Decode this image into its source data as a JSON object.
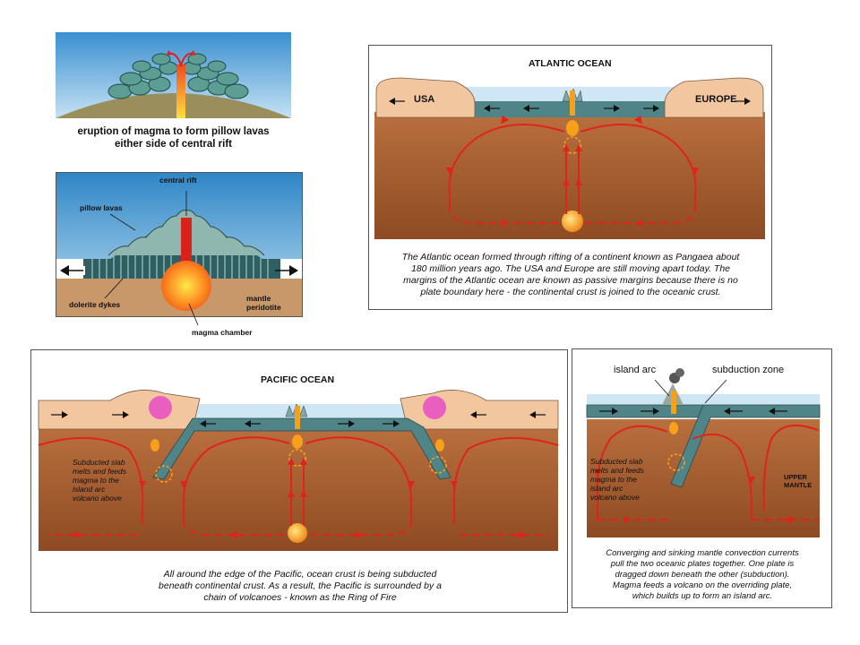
{
  "pillow_eruption": {
    "caption_line1": "eruption of magma to form pillow lavas",
    "caption_line2": "either side of central rift"
  },
  "ridge_section": {
    "label_central_rift": "central rift",
    "label_pillow_lavas": "pillow lavas",
    "label_dolerite_dykes": "dolerite dykes",
    "label_mantle_line1": "mantle",
    "label_mantle_line2": "peridotite",
    "label_magma_chamber": "magma chamber"
  },
  "atlantic": {
    "title": "ATLANTIC OCEAN",
    "label_usa": "USA",
    "label_europe": "EUROPE",
    "caption_lines": [
      "The Atlantic ocean formed through rifting of a continent known as Pangaea about",
      "180 million years ago.  The USA and Europe are still moving apart today.  The",
      "margins of the Atlantic ocean are known as passive margins because there is no",
      "plate boundary here - the continental crust is joined to the oceanic crust."
    ]
  },
  "pacific": {
    "title": "PACIFIC OCEAN",
    "slab_note_lines": [
      "Subducted slab",
      "melts and feeds",
      "magma to the",
      "island arc",
      "volcano above"
    ],
    "caption_lines": [
      "All around the edge of the Pacific, ocean crust is being subducted",
      "beneath continental crust.  As a result, the Pacific is surrounded by a",
      "chain of volcanoes - known as the Ring of Fire"
    ]
  },
  "island_arc": {
    "label_island_arc": "island arc",
    "label_subduction_zone": "subduction zone",
    "label_upper_line1": "UPPER",
    "label_upper_line2": "MANTLE",
    "slab_note_lines": [
      "Subducted slab",
      "melts and feeds",
      "magma to the",
      "island arc",
      "volcano above"
    ],
    "caption_lines": [
      "Converging and sinking mantle convection currents",
      "pull the two oceanic plates together.  One plate is",
      "dragged down beneath the other (subduction).",
      "Magma feeds a volcano on the overriding plate,",
      "which builds up to form an island arc."
    ]
  },
  "colors": {
    "sea": "#cfe6f4",
    "plate": "#4f8488",
    "crust": "#f2c7a0",
    "mantle_top": "#b9703f",
    "mantle_bottom": "#8e4a22",
    "current": "#e0231b",
    "magma": "#f7a01a"
  }
}
